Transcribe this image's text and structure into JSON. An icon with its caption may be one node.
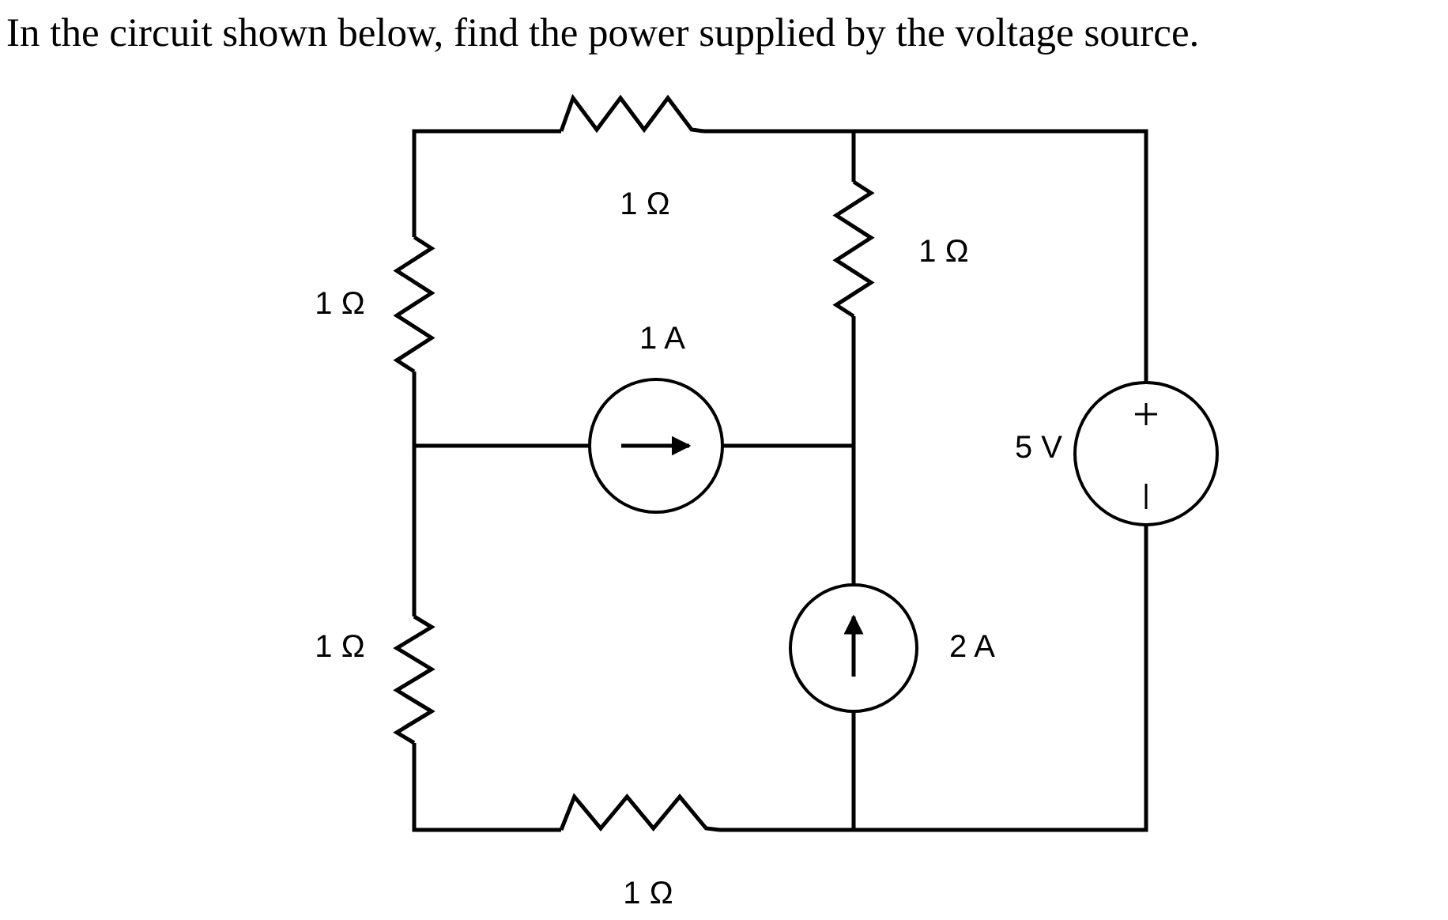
{
  "diagram": {
    "title": "In the circuit shown below, find the power supplied by the voltage source.",
    "labels": [
      "1 Ω",
      "1 Ω",
      "1 Ω",
      "1 A",
      "5 V",
      "1 Ω",
      "2 A",
      "1 Ω"
    ]
  }
}
